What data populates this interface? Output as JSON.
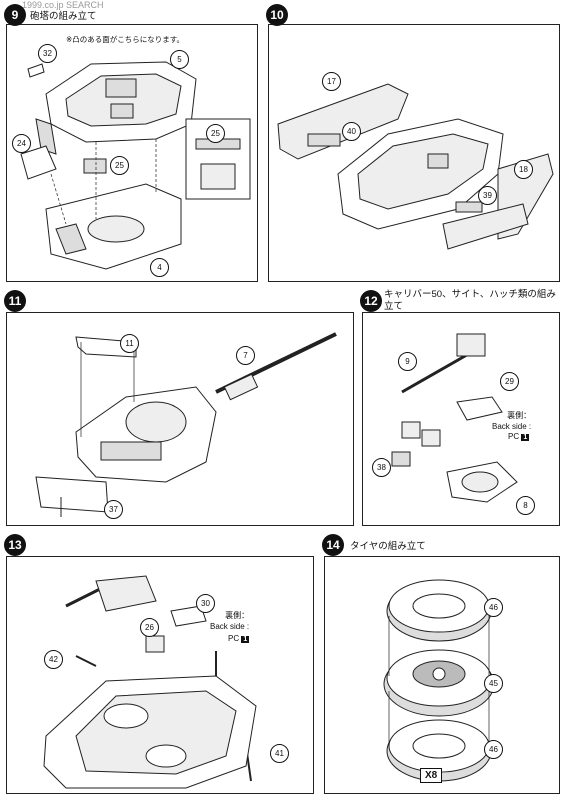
{
  "watermark": "1999.co.jp SEARCH",
  "steps": [
    {
      "number": "9",
      "title": "砲塔の組み立て",
      "note": "※凸のある面がこちらになります。",
      "parts": [
        "32",
        "5",
        "24",
        "25",
        "25",
        "4"
      ]
    },
    {
      "number": "10",
      "parts": [
        "17",
        "40",
        "18",
        "39"
      ]
    },
    {
      "number": "11",
      "parts": [
        "11",
        "7",
        "37"
      ]
    },
    {
      "number": "12",
      "title": "キャリバー50、サイト、ハッチ類の組み立て",
      "back_side_jp": "裏側：",
      "back_side_en": "Back side :",
      "part_code": "P",
      "part_code_sub": "C",
      "part_code_num": "1",
      "parts": [
        "9",
        "29",
        "38",
        "8"
      ]
    },
    {
      "number": "13",
      "back_side_jp": "裏側：",
      "back_side_en": "Back side :",
      "part_code": "P",
      "part_code_sub": "C",
      "part_code_num": "1",
      "parts": [
        "30",
        "26",
        "42",
        "41"
      ]
    },
    {
      "number": "14",
      "title": "タイヤの組み立て",
      "parts": [
        "46",
        "45",
        "46"
      ],
      "multiplier": "X8"
    }
  ]
}
